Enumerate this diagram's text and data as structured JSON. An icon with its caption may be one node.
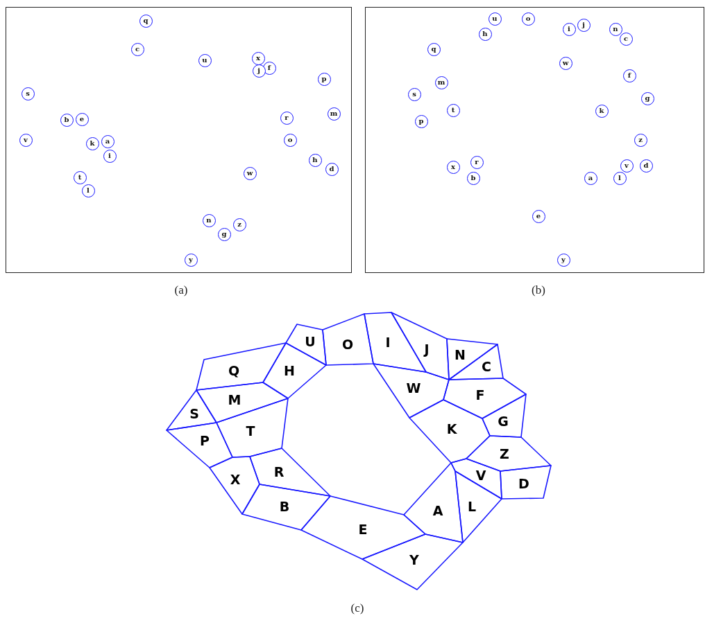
{
  "diagram": {
    "nodes": [
      {
        "text": [],
        "shape": "box",
        "beside": [
          "(a)"
        ]
      },
      {
        "text": [
          "q"
        ],
        "in": 0
      },
      {
        "text": [
          "c"
        ],
        "in": 0
      },
      {
        "text": [
          "x"
        ],
        "in": 0
      },
      {
        "text": [
          "u"
        ],
        "in": 0
      },
      {
        "text": [
          "f"
        ],
        "in": 0
      },
      {
        "text": [
          "j"
        ],
        "in": 0
      },
      {
        "text": [
          "p"
        ],
        "in": 0
      },
      {
        "text": [
          "s"
        ],
        "in": 0
      },
      {
        "text": [
          "m"
        ],
        "in": 0
      },
      {
        "text": [
          "r"
        ],
        "in": 0
      },
      {
        "text": [
          "e"
        ],
        "in": 0
      },
      {
        "text": [
          "b"
        ],
        "in": 0
      },
      {
        "text": [
          "v"
        ],
        "in": 0
      },
      {
        "text": [
          "o"
        ],
        "in": 0
      },
      {
        "text": [
          "a"
        ],
        "in": 0
      },
      {
        "text": [
          "k"
        ],
        "in": 0
      },
      {
        "text": [
          "i"
        ],
        "in": 0
      },
      {
        "text": [
          "h"
        ],
        "in": 0
      },
      {
        "text": [
          "d"
        ],
        "in": 0
      },
      {
        "text": [
          "w"
        ],
        "in": 0
      },
      {
        "text": [
          "t"
        ],
        "in": 0
      },
      {
        "text": [
          "l"
        ],
        "in": 0
      },
      {
        "text": [
          "n"
        ],
        "in": 0
      },
      {
        "text": [
          "z"
        ],
        "in": 0
      },
      {
        "text": [
          "g"
        ],
        "in": 0
      },
      {
        "text": [
          "y"
        ],
        "in": 0
      },
      {
        "text": [],
        "shape": "box",
        "beside": [
          "(b)"
        ]
      },
      {
        "text": [
          "u"
        ],
        "in": 27
      },
      {
        "text": [
          "o"
        ],
        "in": 27
      },
      {
        "text": [
          "j"
        ],
        "in": 27
      },
      {
        "text": [
          "i"
        ],
        "in": 27
      },
      {
        "text": [
          "n"
        ],
        "in": 27
      },
      {
        "text": [
          "h"
        ],
        "in": 27
      },
      {
        "text": [
          "c"
        ],
        "in": 27
      },
      {
        "text": [
          "q"
        ],
        "in": 27
      },
      {
        "text": [
          "w"
        ],
        "in": 27
      },
      {
        "text": [
          "f"
        ],
        "in": 27
      },
      {
        "text": [
          "m"
        ],
        "in": 27
      },
      {
        "text": [
          "s"
        ],
        "in": 27
      },
      {
        "text": [
          "g"
        ],
        "in": 27
      },
      {
        "text": [
          "t"
        ],
        "in": 27
      },
      {
        "text": [
          "k"
        ],
        "in": 27
      },
      {
        "text": [
          "p"
        ],
        "in": 27
      },
      {
        "text": [
          "z"
        ],
        "in": 27
      },
      {
        "text": [
          "r"
        ],
        "in": 27
      },
      {
        "text": [
          "v"
        ],
        "in": 27
      },
      {
        "text": [
          "d"
        ],
        "in": 27
      },
      {
        "text": [
          "x"
        ],
        "in": 27
      },
      {
        "text": [
          "b"
        ],
        "in": 27
      },
      {
        "text": [
          "a"
        ],
        "in": 27
      },
      {
        "text": [
          "l"
        ],
        "in": 27
      },
      {
        "text": [
          "e"
        ],
        "in": 27
      },
      {
        "text": [
          "y"
        ],
        "in": 27
      },
      {
        "text": [
          "U"
        ]
      },
      {
        "text": [
          "O"
        ]
      },
      {
        "text": [
          "I"
        ]
      },
      {
        "text": [
          "J"
        ]
      },
      {
        "text": [
          "N"
        ]
      },
      {
        "text": [
          "Q"
        ]
      },
      {
        "text": [
          "H"
        ]
      },
      {
        "text": [
          "C"
        ]
      },
      {
        "text": [
          "W"
        ]
      },
      {
        "text": [
          "F"
        ]
      },
      {
        "text": [
          "M"
        ]
      },
      {
        "text": [
          "S"
        ]
      },
      {
        "text": [
          "G"
        ]
      },
      {
        "text": [
          "K"
        ]
      },
      {
        "text": [
          "T"
        ]
      },
      {
        "text": [
          "P"
        ]
      },
      {
        "text": [
          "Z"
        ]
      },
      {
        "text": [
          "R"
        ]
      },
      {
        "text": [
          "V"
        ]
      },
      {
        "text": [
          "X"
        ]
      },
      {
        "text": [
          "D"
        ]
      },
      {
        "text": [
          "L"
        ]
      },
      {
        "text": [
          "A"
        ]
      },
      {
        "text": [
          "B"
        ]
      },
      {
        "text": [
          "E"
        ]
      },
      {
        "text": [
          "Y"
        ]
      }
    ],
    "labels": [
      "(c)"
    ]
  }
}
